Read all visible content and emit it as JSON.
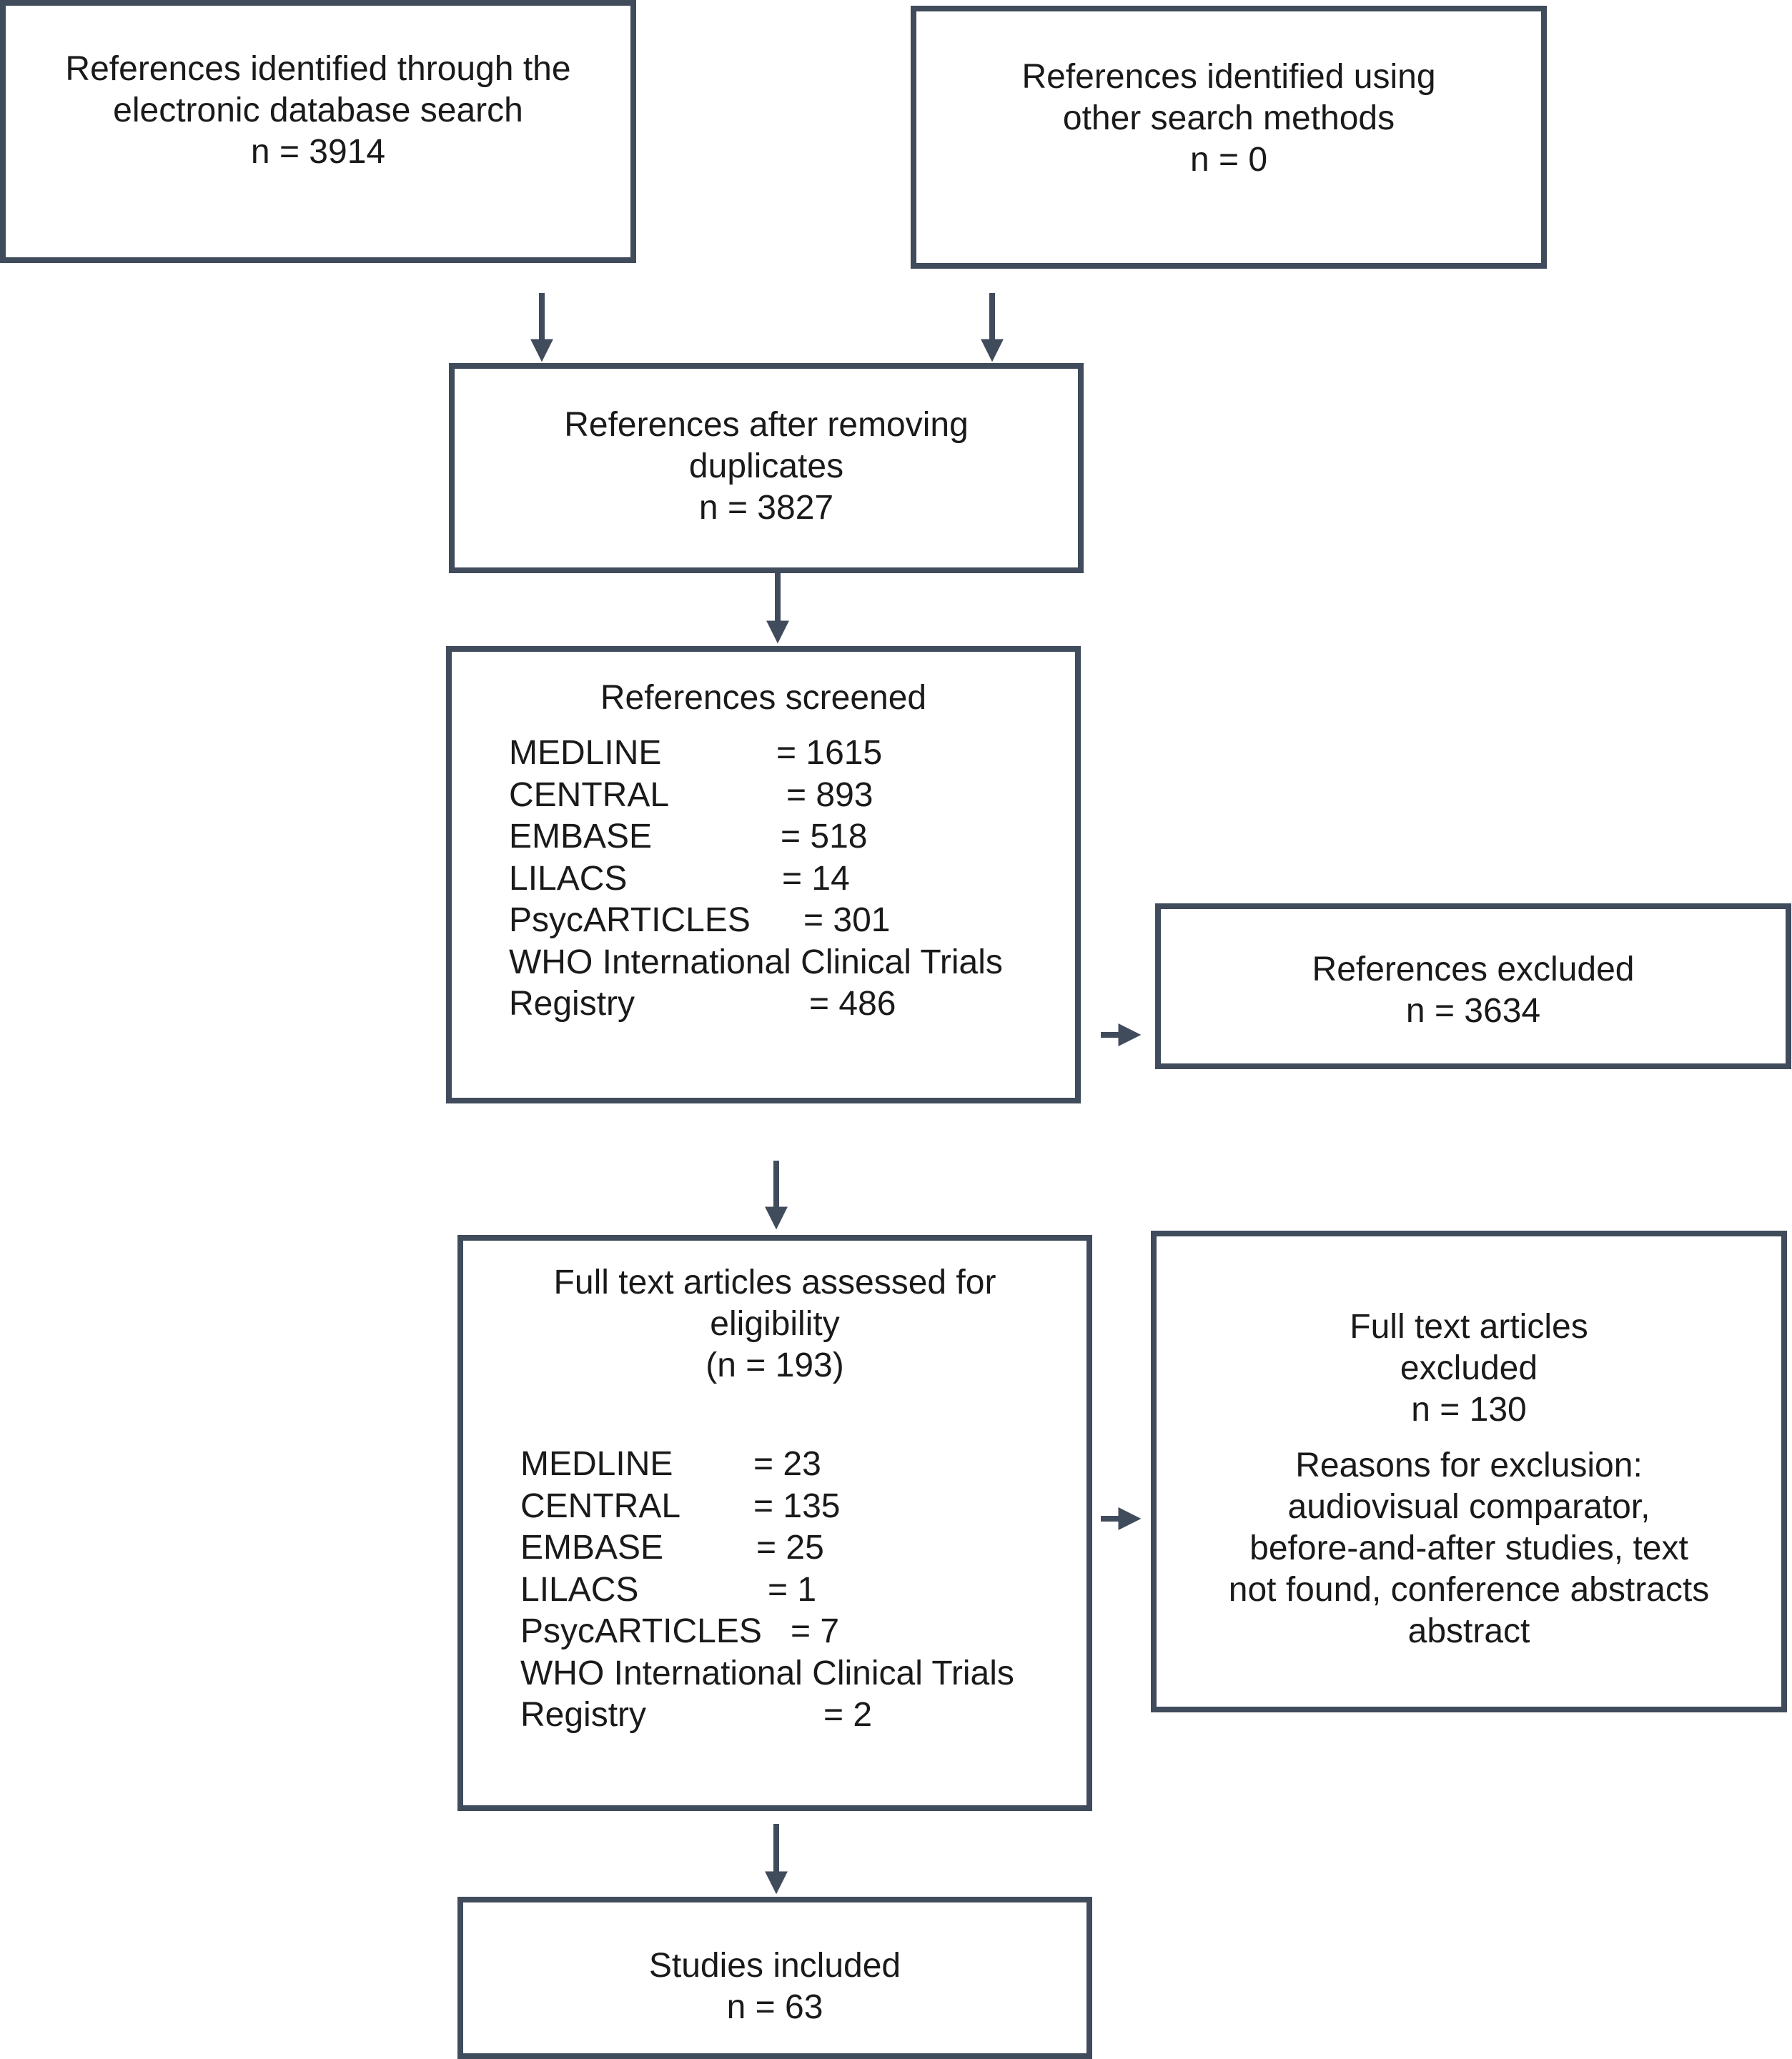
{
  "boxes": {
    "identified_database": {
      "lines": [
        "References identified through the",
        "electronic database search",
        "n = 3914"
      ]
    },
    "identified_other": {
      "lines": [
        "References identified using",
        "other search methods",
        "n = 0"
      ]
    },
    "after_duplicates": {
      "lines": [
        "References after removing",
        "duplicates",
        "n = 3827"
      ]
    },
    "screened": {
      "title": "References screened",
      "rows": [
        {
          "name": "MEDLINE",
          "value": "= 1615"
        },
        {
          "name": "CENTRAL",
          "value": "= 893"
        },
        {
          "name": "EMBASE",
          "value": "= 518"
        },
        {
          "name": "LILACS",
          "value": "= 14"
        },
        {
          "name": "PsycARTICLES",
          "value": "= 301"
        },
        {
          "name": "WHO International Clinical Trials",
          "value": ""
        },
        {
          "name": "Registry",
          "value": "= 486"
        }
      ]
    },
    "excluded": {
      "lines": [
        "References excluded",
        "n = 3634"
      ]
    },
    "full_text_assessed": {
      "lines": [
        "Full text articles assessed for",
        "eligibility",
        "(n = 193)"
      ],
      "rows": [
        {
          "name": "MEDLINE",
          "value": "= 23"
        },
        {
          "name": "CENTRAL",
          "value": "= 135"
        },
        {
          "name": "EMBASE",
          "value": "= 25"
        },
        {
          "name": "LILACS",
          "value": "= 1"
        },
        {
          "name": "PsycARTICLES",
          "value": "= 7"
        },
        {
          "name": "WHO International Clinical Trials",
          "value": ""
        },
        {
          "name": "Registry",
          "value": "= 2"
        }
      ]
    },
    "full_text_excluded": {
      "lines": [
        "Full text articles",
        "excluded",
        "n = 130"
      ],
      "reasons": [
        "Reasons for exclusion:",
        "audiovisual comparator,",
        "before-and-after studies, text",
        "not found, conference abstracts",
        "abstract"
      ]
    },
    "included": {
      "lines": [
        "Studies included",
        "n = 63"
      ]
    }
  },
  "colors": {
    "stroke": "#404b5c",
    "text": "#1a1a1a"
  }
}
